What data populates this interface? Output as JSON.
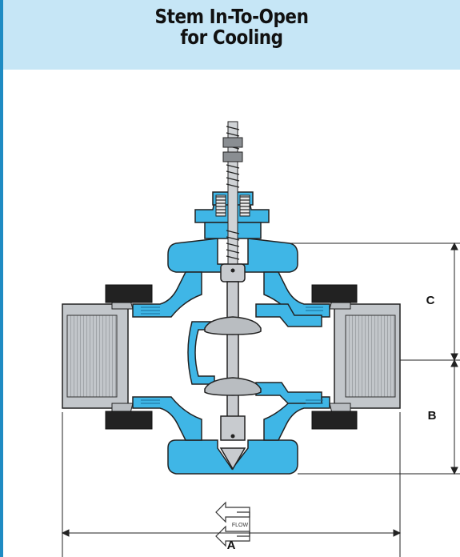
{
  "title": {
    "line1": "Stem In-To-Open",
    "line2": "for Cooling"
  },
  "dimensions": {
    "a": "A",
    "b": "B",
    "c": "C"
  },
  "flow_label": "FLOW",
  "colors": {
    "accent": "#1e8bc3",
    "header_bg": "#c6e6f6",
    "body_blue": "#3fb6e6",
    "metal_gray": "#b9bdc1",
    "seal_black": "#222222"
  }
}
